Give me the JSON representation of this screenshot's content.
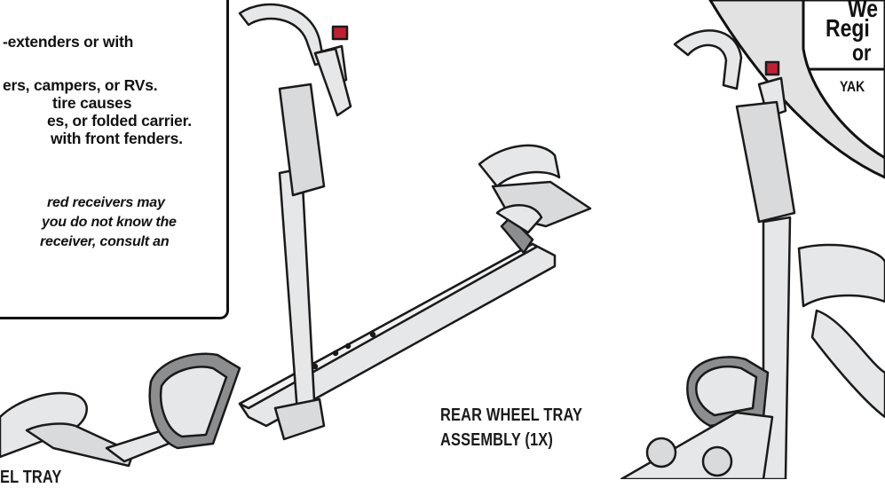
{
  "warning": {
    "lines": [
      "-extenders or with",
      "ers, campers, or RVs.",
      "tire causes",
      "es, or folded carrier.",
      "with front fenders."
    ],
    "notes": [
      "red receivers may",
      "you do not know the",
      "receiver, consult an"
    ]
  },
  "badge": {
    "line1": "We",
    "line2": "Regi",
    "line3": "or",
    "line4": "YAK"
  },
  "callouts": {
    "rear_tray_line1": "REAR WHEEL TRAY",
    "rear_tray_line2": "ASSEMBLY (1X)",
    "left_cut": "EL TRAY"
  },
  "colors": {
    "metal": "#e6e7e8",
    "outline": "#1a1a1a",
    "shade": "#8c8d8f",
    "accent": "#c3202f",
    "badge_bg": "#e2e2e2"
  }
}
